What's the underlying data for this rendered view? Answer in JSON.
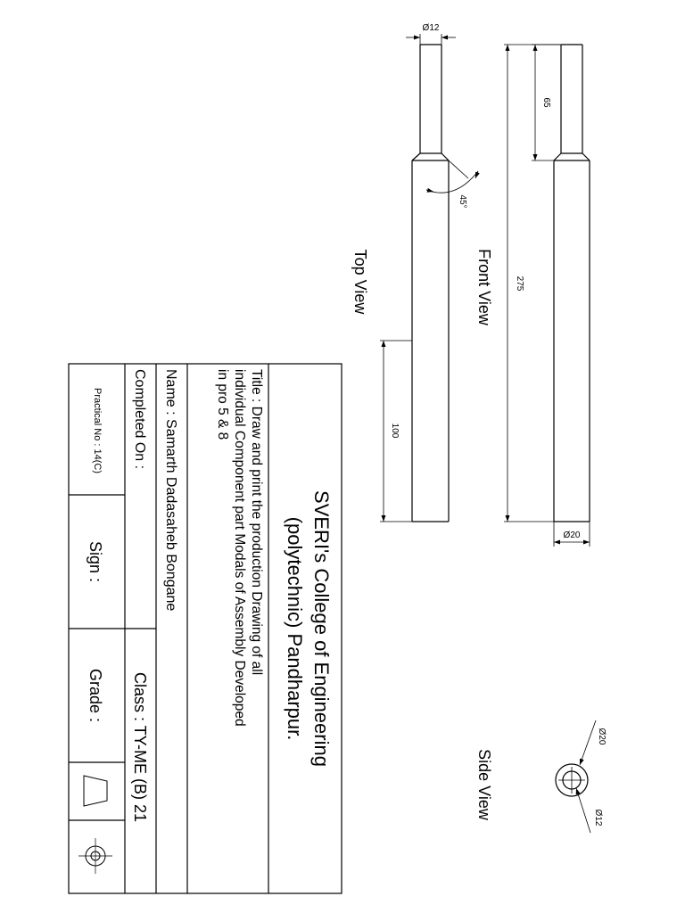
{
  "drawing": {
    "views": {
      "top": "Top View",
      "front": "Front View",
      "side": "Side View"
    },
    "dimensions": {
      "dia_small": "Ø12",
      "dia_large": "Ø20",
      "len_65": "65",
      "len_275": "275",
      "len_100": "100",
      "angle": "45°",
      "side_dia_large": "Ø20",
      "side_dia_small": "Ø12"
    }
  },
  "title_block": {
    "college_line1": "SVERI's College of Engineering",
    "college_line2": "(polytechnic) Pandharpur.",
    "title_line1": "Title : Draw and print the production Drawing of all",
    "title_line2": "individual Component part Modals of Assembly Developed",
    "title_line3": "in pro 5 & 8",
    "name": "Name :  Samarth Dadasaheb Bongane",
    "completed_on": "Completed On :",
    "class": "Class : TY-ME (B) 21",
    "practical_no": "Practical No : 14(C)",
    "sign": "Sign :",
    "grade": "Grade :"
  }
}
